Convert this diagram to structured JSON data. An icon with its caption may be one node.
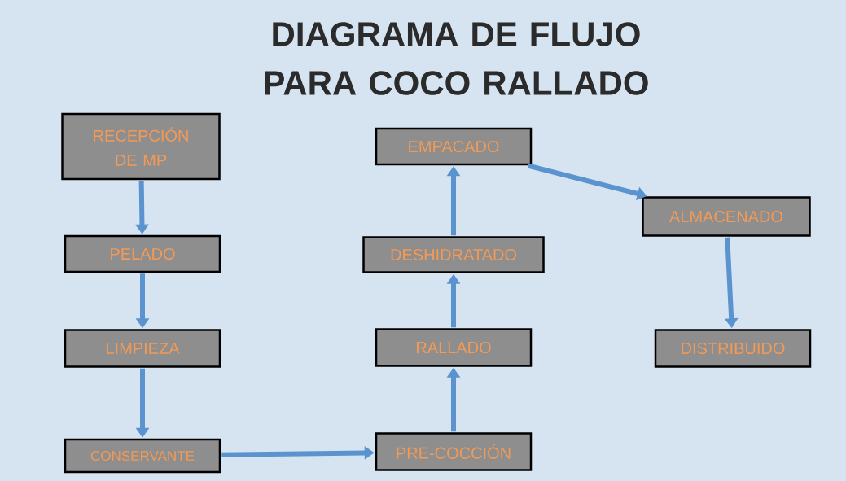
{
  "diagram": {
    "title": "DIAGRAMA DE FLUJO PARA COCO RALLADO",
    "nodes": [
      {
        "text": [
          "RECEPCIÓN DE MP"
        ]
      },
      {
        "text": [
          "PELADO"
        ]
      },
      {
        "text": [
          "LIMPIEZA"
        ]
      },
      {
        "text": [
          "CONSERVANTE"
        ]
      },
      {
        "text": [
          "PRE-COCCIÓN"
        ]
      },
      {
        "text": [
          "RALLADO"
        ]
      },
      {
        "text": [
          "DESHIDRATADO"
        ]
      },
      {
        "text": [
          "EMPACADO"
        ]
      },
      {
        "text": [
          "ALMACENADO"
        ]
      },
      {
        "text": [
          "DISTRIBUIDO"
        ]
      }
    ],
    "edges": [
      {
        "from": 0,
        "to": 1,
        "arrow": "to"
      },
      {
        "from": 1,
        "to": 2,
        "arrow": "to"
      },
      {
        "from": 2,
        "to": 3,
        "arrow": "to"
      },
      {
        "from": 3,
        "to": 4,
        "arrow": "to"
      },
      {
        "from": 4,
        "to": 5,
        "arrow": "to"
      },
      {
        "from": 5,
        "to": 6,
        "arrow": "to"
      },
      {
        "from": 6,
        "to": 7,
        "arrow": "to"
      },
      {
        "from": 7,
        "to": 8,
        "arrow": "to"
      },
      {
        "from": 8,
        "to": 9,
        "arrow": "to"
      }
    ]
  }
}
